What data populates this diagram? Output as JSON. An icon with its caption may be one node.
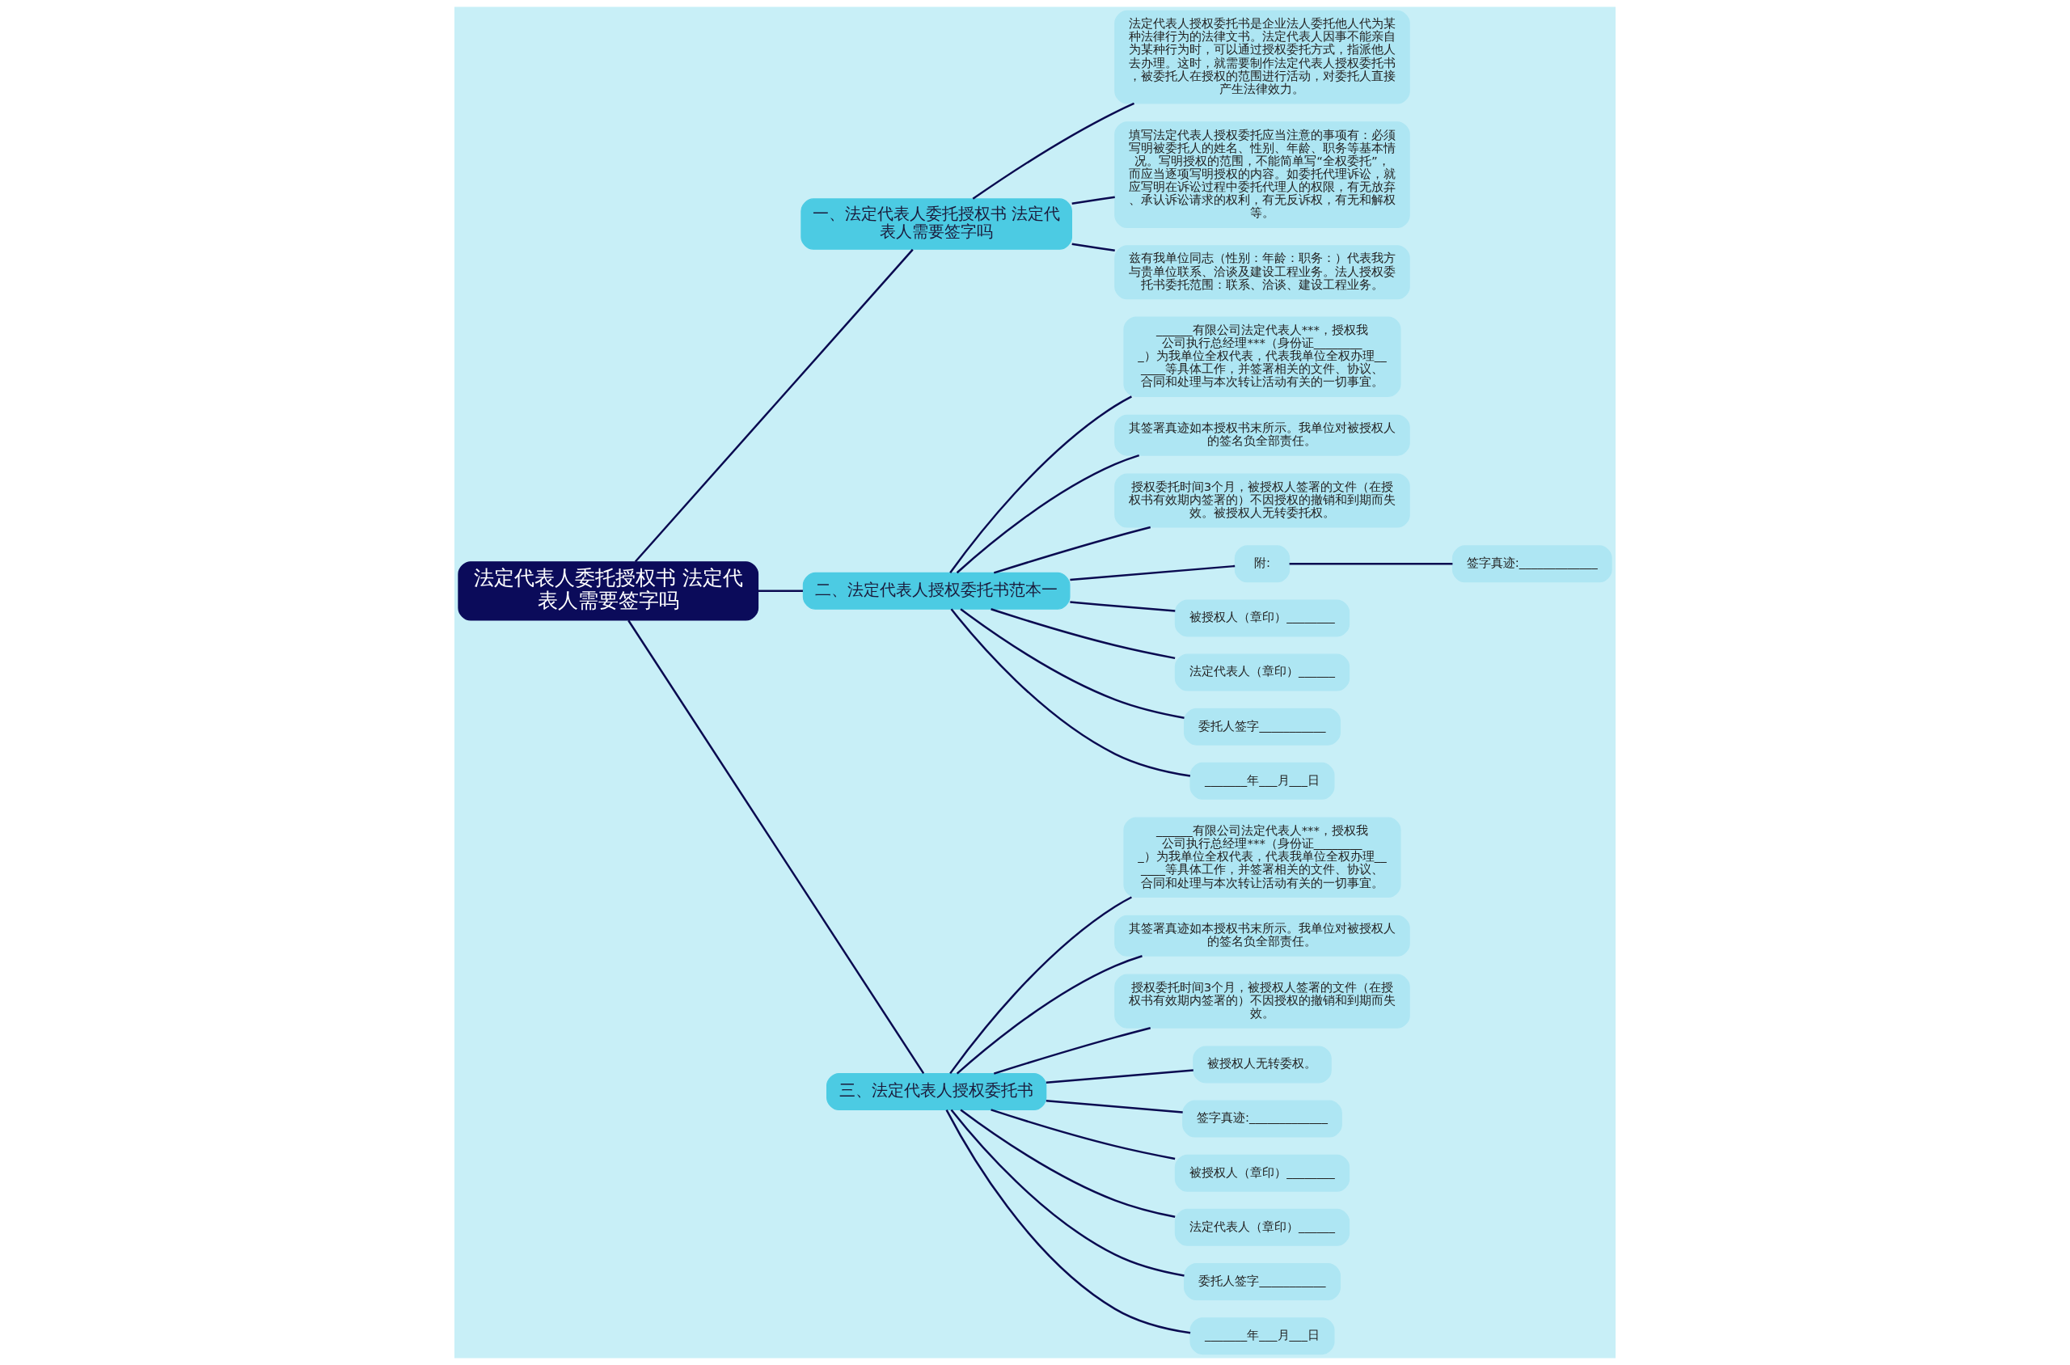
{
  "diagram": {
    "nodes": [
      {
        "text": [
          "法定代表人委托授权书 法定代表人需要签字吗"
        ]
      },
      {
        "text": [
          "一、法定代表人委托授权书 法定代表人需要签字吗"
        ]
      },
      {
        "text": [
          "法定代表人授权委托书是企业法人委托他人代为某种法律行为的法律文书。法定代表人因事不能亲自为某种行为时，可以通过授权委托方式，指派他人去办理。这时，就需要制作法定代表人授权委托书，被委托人在授权的范围进行活动，对委托人直接产生法律效力。"
        ]
      },
      {
        "text": [
          "填写法定代表人授权委托应当注意的事项有：必须写明被委托人的姓名、性别、年龄、职务等基本情况。写明授权的范围，不能简单写“全权委托”，而应当逐项写明授权的内容。如委托代理诉讼，就应写明在诉讼过程中委托代理人的权限，有无放弃、承认诉讼请求的权利，有无反诉权，有无和解权等。"
        ]
      },
      {
        "text": [
          "兹有我单位同志（性别：年龄：职务：）代表我方与贵单位联系、洽谈及建设工程业务。法人授权委托书委托范围：联系、洽谈、建设工程业务。"
        ]
      },
      {
        "text": [
          "二、法定代表人授权委托书范本一"
        ]
      },
      {
        "text": [
          "______有限公司法定代表人***，授权我公司执行总经理***（身份证_________）为我单位全权代表，代表我单位全权办理______等具体工作，并签署相关的文件、协议、合同和处理与本次转让活动有关的一切事宜。"
        ]
      },
      {
        "text": [
          "其签署真迹如本授权书末所示。我单位对被授权人的签名负全部责任。"
        ]
      },
      {
        "text": [
          "授权委托时间3个月，被授权人签署的文件（在授权书有效期内签署的）不因授权的撤销和到期而失效。被授权人无转委托权。"
        ]
      },
      {
        "text": [
          "附:"
        ]
      },
      {
        "text": [
          "签字真迹:_____________"
        ]
      },
      {
        "text": [
          "被授权人（章印）________"
        ]
      },
      {
        "text": [
          "法定代表人（章印）______"
        ]
      },
      {
        "text": [
          "委托人签字___________"
        ]
      },
      {
        "text": [
          "_______年___月___日"
        ]
      },
      {
        "text": [
          "三、法定代表人授权委托书"
        ]
      },
      {
        "text": [
          "______有限公司法定代表人***，授权我公司执行总经理***（身份证_________）为我单位全权代表，代表我单位全权办理______等具体工作，并签署相关的文件、协议、合同和处理与本次转让活动有关的一切事宜。"
        ]
      },
      {
        "text": [
          "其签署真迹如本授权书末所示。我单位对被授权人的签名负全部责任。"
        ]
      },
      {
        "text": [
          "授权委托时间3个月，被授权人签署的文件（在授权书有效期内签署的）不因授权的撤销和到期而失效。"
        ]
      },
      {
        "text": [
          "被授权人无转委权。"
        ]
      },
      {
        "text": [
          "签字真迹:_____________"
        ]
      },
      {
        "text": [
          "被授权人（章印）________"
        ]
      },
      {
        "text": [
          "法定代表人（章印）______"
        ]
      },
      {
        "text": [
          "委托人签字___________"
        ]
      },
      {
        "text": [
          "_______年___月___日"
        ]
      }
    ],
    "edges": [
      {
        "from": 0,
        "to": 1,
        "arrow": "none"
      },
      {
        "from": 1,
        "to": 2,
        "arrow": "none"
      },
      {
        "from": 1,
        "to": 3,
        "arrow": "none"
      },
      {
        "from": 1,
        "to": 4,
        "arrow": "none"
      },
      {
        "from": 0,
        "to": 5,
        "arrow": "none"
      },
      {
        "from": 5,
        "to": 6,
        "arrow": "none"
      },
      {
        "from": 5,
        "to": 7,
        "arrow": "none"
      },
      {
        "from": 5,
        "to": 8,
        "arrow": "none"
      },
      {
        "from": 5,
        "to": 9,
        "arrow": "none"
      },
      {
        "from": 9,
        "to": 10,
        "arrow": "none"
      },
      {
        "from": 5,
        "to": 11,
        "arrow": "none"
      },
      {
        "from": 5,
        "to": 12,
        "arrow": "none"
      },
      {
        "from": 5,
        "to": 13,
        "arrow": "none"
      },
      {
        "from": 5,
        "to": 14,
        "arrow": "none"
      },
      {
        "from": 0,
        "to": 15,
        "arrow": "none"
      },
      {
        "from": 15,
        "to": 16,
        "arrow": "none"
      },
      {
        "from": 15,
        "to": 17,
        "arrow": "none"
      },
      {
        "from": 15,
        "to": 18,
        "arrow": "none"
      },
      {
        "from": 15,
        "to": 19,
        "arrow": "none"
      },
      {
        "from": 15,
        "to": 20,
        "arrow": "none"
      },
      {
        "from": 15,
        "to": 21,
        "arrow": "none"
      },
      {
        "from": 15,
        "to": 22,
        "arrow": "none"
      },
      {
        "from": 15,
        "to": 23,
        "arrow": "none"
      },
      {
        "from": 15,
        "to": 24,
        "arrow": "none"
      }
    ]
  }
}
